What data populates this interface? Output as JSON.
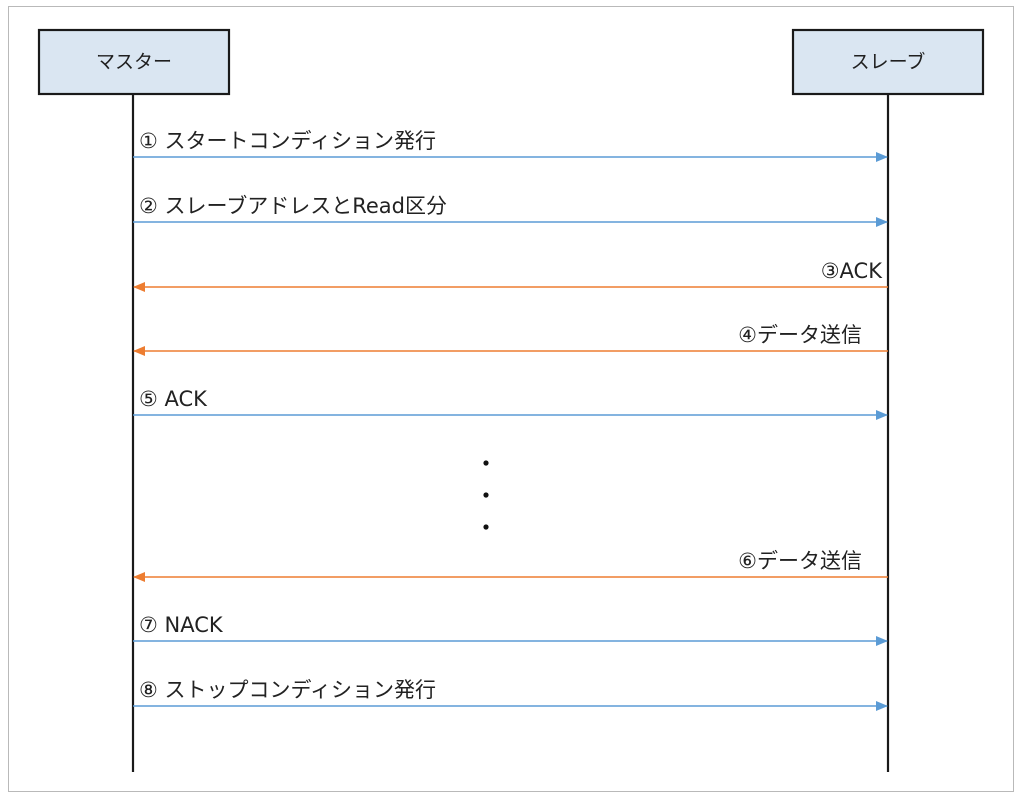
{
  "participants": {
    "master": "マスター",
    "slave": "スレーブ"
  },
  "messages": [
    {
      "label": "① スタートコンディション発行",
      "direction": "master-to-slave"
    },
    {
      "label": "② スレーブアドレスとRead区分",
      "direction": "master-to-slave"
    },
    {
      "label": "③ACK",
      "direction": "slave-to-master"
    },
    {
      "label": "④データ送信",
      "direction": "slave-to-master"
    },
    {
      "label": "⑤ ACK",
      "direction": "master-to-slave"
    },
    {
      "label": "⑥データ送信",
      "direction": "slave-to-master"
    },
    {
      "label": "⑦ NACK",
      "direction": "master-to-slave"
    },
    {
      "label": "⑧ ストップコンディション発行",
      "direction": "master-to-slave"
    }
  ],
  "colors": {
    "master_to_slave": "#5b9bd5",
    "slave_to_master": "#ed7d31",
    "participant_fill": "#dae6f2"
  }
}
